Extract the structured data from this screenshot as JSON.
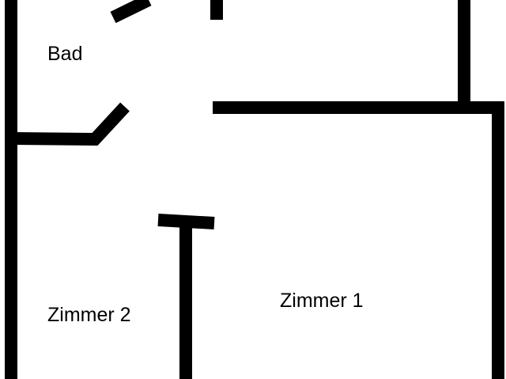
{
  "floorplan": {
    "rooms": {
      "bad": "Bad",
      "zimmer_1": "Zimmer 1",
      "zimmer_2": "Zimmer 2"
    },
    "wall_color": "#000000",
    "background_color": "#ffffff"
  }
}
